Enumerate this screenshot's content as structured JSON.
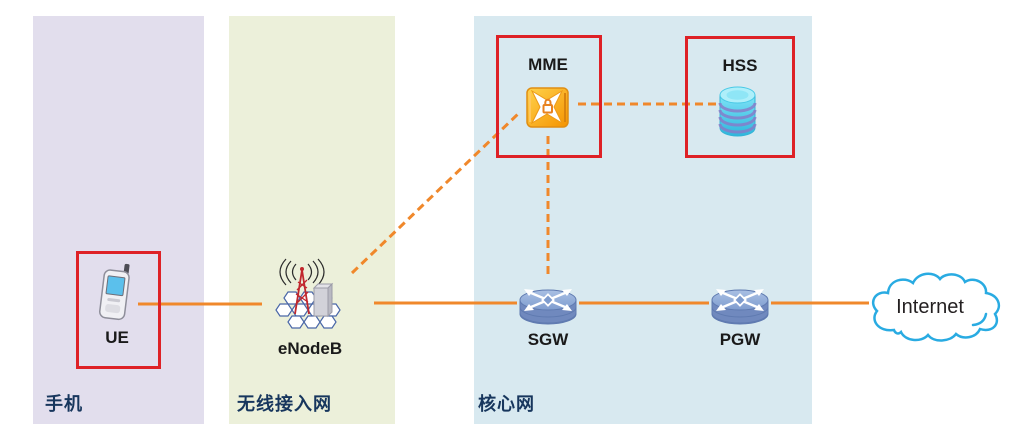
{
  "zones": [
    {
      "label": "手机"
    },
    {
      "label": "无线接入网"
    },
    {
      "label": "核心网"
    }
  ],
  "nodes": {
    "ue": {
      "label": "UE",
      "highlighted": true,
      "icon": "mobile-phone-icon"
    },
    "enodeb": {
      "label": "eNodeB",
      "highlighted": false,
      "icon": "cell-tower-icon"
    },
    "mme": {
      "label": "MME",
      "highlighted": true,
      "icon": "cube-lock-icon"
    },
    "hss": {
      "label": "HSS",
      "highlighted": true,
      "icon": "database-cylinder-icon"
    },
    "sgw": {
      "label": "SGW",
      "highlighted": false,
      "icon": "router-icon"
    },
    "pgw": {
      "label": "PGW",
      "highlighted": false,
      "icon": "router-icon"
    },
    "internet": {
      "label": "Internet",
      "highlighted": false,
      "icon": "cloud-shape"
    }
  },
  "links": [
    {
      "from": "UE",
      "to": "eNodeB",
      "style": "solid"
    },
    {
      "from": "eNodeB",
      "to": "SGW",
      "style": "solid"
    },
    {
      "from": "SGW",
      "to": "PGW",
      "style": "solid"
    },
    {
      "from": "PGW",
      "to": "Internet",
      "style": "solid"
    },
    {
      "from": "eNodeB",
      "to": "MME",
      "style": "dashed"
    },
    {
      "from": "MME",
      "to": "HSS",
      "style": "dashed"
    },
    {
      "from": "MME",
      "to": "SGW",
      "style": "dashed"
    }
  ],
  "colors": {
    "accent_orange": "#F0882B",
    "highlight_red": "#DE2126",
    "cloud_blue": "#29ABE2",
    "zone_phone_bg": "#E2DEED",
    "zone_ran_bg": "#ECF0DA",
    "zone_core_bg": "#D8E9F0",
    "zone_label_text": "#17365D",
    "node_label_text": "#1A1A1A"
  }
}
